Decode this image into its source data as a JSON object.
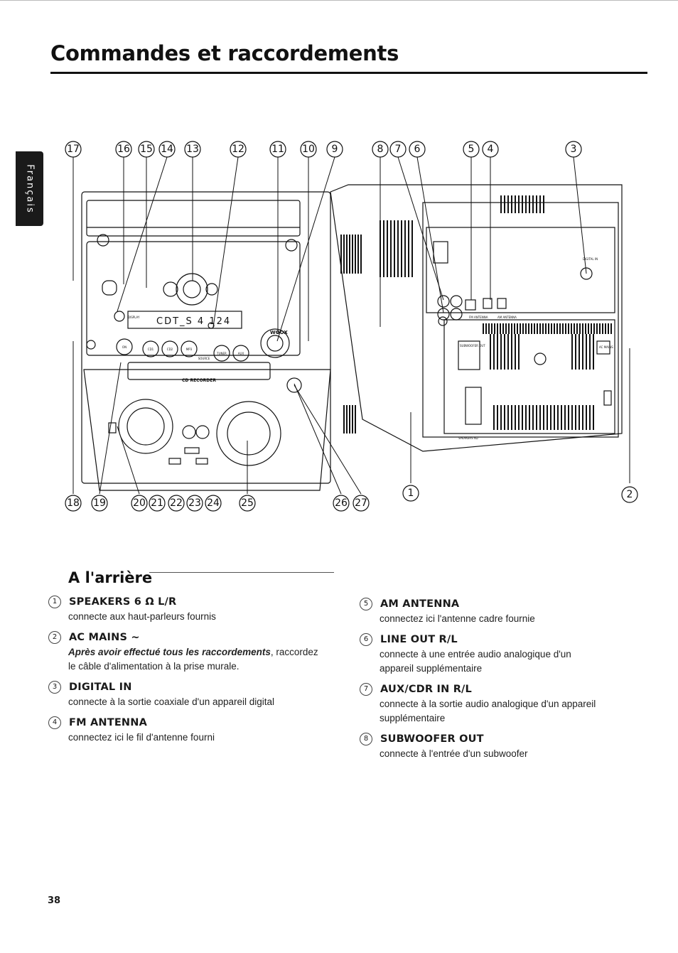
{
  "page": {
    "title": "Commandes et raccordements",
    "language_tab": "Français",
    "page_number": "38"
  },
  "figure": {
    "front_callouts": [
      "17",
      "16",
      "15",
      "14",
      "13",
      "12",
      "11",
      "10",
      "9"
    ],
    "front_bottom_callouts": [
      "18",
      "19",
      "20",
      "21",
      "22",
      "23",
      "24",
      "25",
      "26",
      "27"
    ],
    "rear_callouts": [
      "8",
      "7",
      "6",
      "5",
      "4",
      "3"
    ],
    "rear_bottom_callouts": [
      "1",
      "2"
    ],
    "panel_labels": {
      "cd_recorder": "CD RECORDER",
      "woox": "WOOX",
      "on": "ON",
      "cd1": "CD1",
      "cd2": "CD2",
      "mp3": "MP3",
      "tuner": "TUNER",
      "aux": "AUX",
      "source": "SOURCE",
      "display": "DISPLAY",
      "ac_mains": "AC MAINS",
      "subwoofer_out": "SUBWOOFER OUT",
      "fm_antenna": "FM ANTENNA",
      "am_antenna": "AM ANTENNA",
      "speakers": "SPEAKERS 6Ω",
      "digital_in": "DIGITAL IN",
      "display_text": "CDT_S  4 124"
    }
  },
  "section": {
    "title": "A l'arrière"
  },
  "items_left": [
    {
      "num": "1",
      "title": "SPEAKERS 6 Ω L/R",
      "desc": "connecte aux haut-parleurs fournis",
      "desc_em": ""
    },
    {
      "num": "2",
      "title": "AC MAINS ~",
      "desc_em": "Après avoir effectué tous les raccordements",
      "desc": ", raccordez le câble d'alimentation à la prise murale."
    },
    {
      "num": "3",
      "title": "DIGITAL IN",
      "desc": "connecte à la sortie coaxiale d'un appareil digital",
      "desc_em": ""
    },
    {
      "num": "4",
      "title": "FM ANTENNA",
      "desc": "connectez ici le fil d'antenne fourni",
      "desc_em": ""
    }
  ],
  "items_right": [
    {
      "num": "5",
      "title": "AM ANTENNA",
      "desc": "connectez ici l'antenne cadre fournie",
      "desc_em": ""
    },
    {
      "num": "6",
      "title": "LINE OUT R/L",
      "desc": "connecte à une entrée audio analogique d'un appareil supplémentaire",
      "desc_em": ""
    },
    {
      "num": "7",
      "title": "AUX/CDR IN R/L",
      "desc": "connecte à la sortie audio analogique d'un appareil supplémentaire",
      "desc_em": ""
    },
    {
      "num": "8",
      "title": "SUBWOOFER OUT",
      "desc": "connecte à l'entrée d'un subwoofer",
      "desc_em": ""
    }
  ]
}
